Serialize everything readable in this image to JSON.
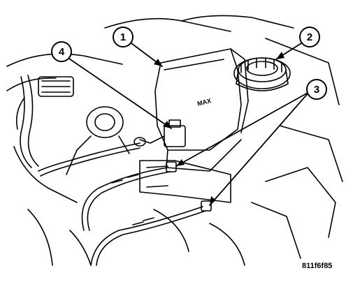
{
  "diagram": {
    "callouts": [
      {
        "number": "1",
        "part": "brake-fluid-reservoir"
      },
      {
        "number": "2",
        "part": "reservoir-cap"
      },
      {
        "number": "3",
        "part": "brake-line-fittings"
      },
      {
        "number": "4",
        "part": "fluid-level-sensor-connector"
      }
    ],
    "reservoir_mark": "MAX",
    "figure_code": "811f6f85"
  }
}
